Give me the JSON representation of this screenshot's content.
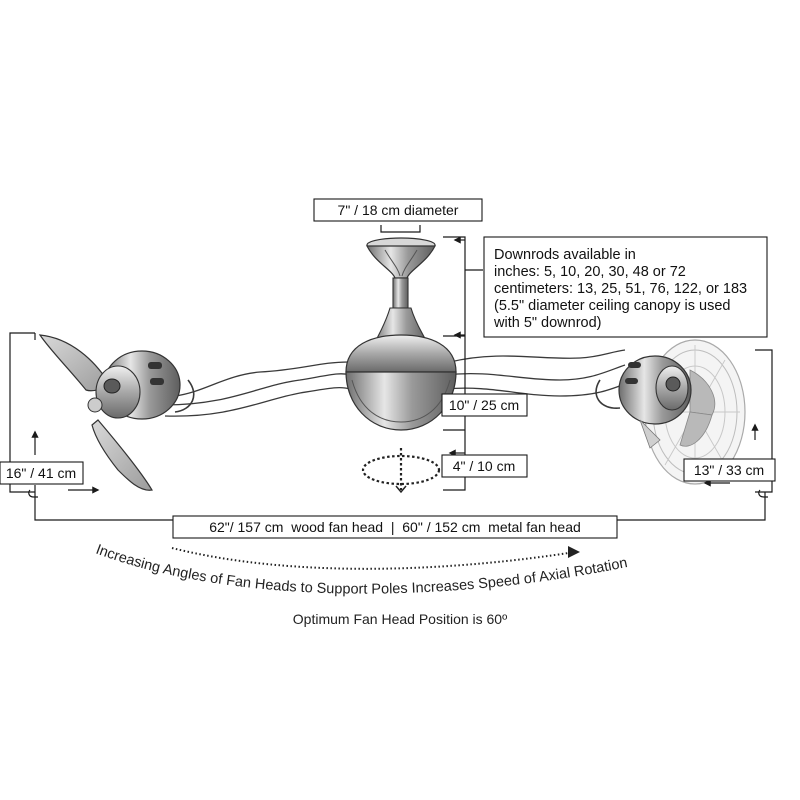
{
  "dimensions": {
    "canopy_diameter": "7\" / 18 cm diameter",
    "downrod_note": [
      "Downrods available in",
      "inches: 5, 10, 20, 30, 48 or 72",
      "centimeters: 13, 25, 51, 76, 122, or 183",
      "(5.5\" diameter ceiling canopy is used",
      "with 5\" downrod)"
    ],
    "body_height": "10\" / 25 cm",
    "rotation_height": "4\" / 10 cm",
    "left_head_height": "16\" / 41 cm",
    "right_head_height": "13\" / 33 cm",
    "overall_width": "62\"/ 157 cm  wood fan head  |  60\" / 152 cm  metal fan head"
  },
  "captions": {
    "arc_caption": "Increasing Angles of Fan Heads to Support Poles Increases Speed of Axial Rotation",
    "optimum": "Optimum Fan Head Position is 60º"
  },
  "colors": {
    "line": "#1a1a1a",
    "chrome_dark": "#7a7a7a",
    "chrome_light": "#e2e2e2",
    "blade": "#bdbdbd",
    "cage": "#cfcfcf"
  }
}
